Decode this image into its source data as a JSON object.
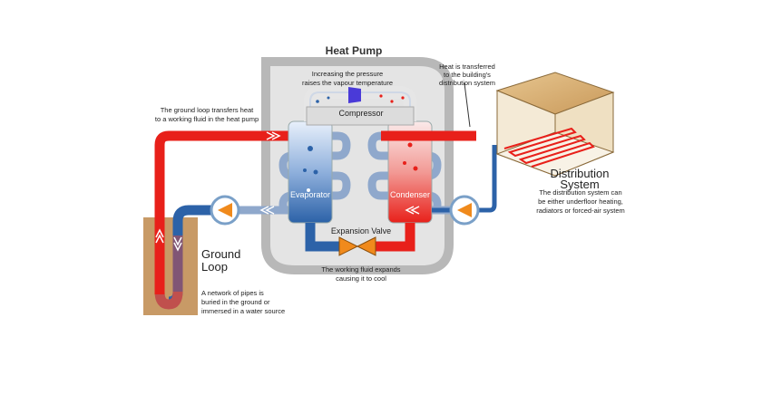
{
  "title": "Heat Pump",
  "compressor": {
    "label": "Compressor",
    "note_line1": "Increasing the pressure",
    "note_line2": "raises the vapour temperature"
  },
  "evaporator": {
    "label": "Evaporator"
  },
  "condenser": {
    "label": "Condenser"
  },
  "expansion_valve": {
    "label": "Expansion Valve",
    "note_line1": "The working fluid expands",
    "note_line2": "causing it to cool"
  },
  "ground_loop": {
    "label_line1": "Ground",
    "label_line2": "Loop",
    "transfer_line1": "The ground loop transfers heat",
    "transfer_line2": "to a working fluid in the heat pump",
    "note_line1": "A network of pipes is",
    "note_line2": "buried in the ground or",
    "note_line3": "immersed in a water source"
  },
  "distribution": {
    "label_line1": "Distribution",
    "label_line2": "System",
    "heat_line1": "Heat is transferred",
    "heat_line2": "to the building's",
    "heat_line3": "distribution system",
    "note_line1": "The distribution system can",
    "note_line2": "be either underfloor heating,",
    "note_line3": "radiators or forced-air system"
  },
  "colors": {
    "hot": "#e8201a",
    "cold": "#2c62a8",
    "cold_light": "#7fa2d4",
    "casing": "#b8b8b8",
    "casing_fill": "#e4e4e4",
    "ground": "#c89a66",
    "valve": "#f08a1c",
    "pump": "#f08a1c"
  }
}
